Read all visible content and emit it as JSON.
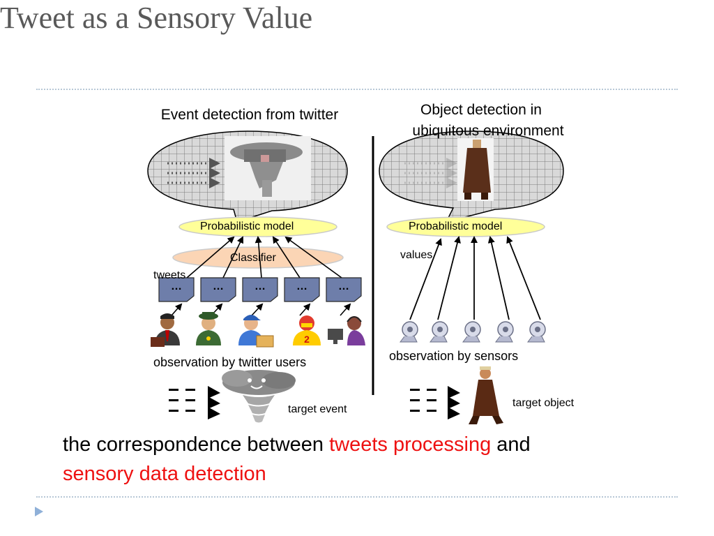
{
  "slide": {
    "title": "Tweet as a Sensory Value"
  },
  "left_panel": {
    "heading": "Event detection from twitter",
    "model_label": "Probabilistic model",
    "classifier_label": "Classifier",
    "tweets_label": "tweets",
    "observers_label": "observation by twitter users",
    "target_label": "target event",
    "tweet_glyph": "…"
  },
  "right_panel": {
    "heading_line1": "Object detection in",
    "heading_line2": "ubiquitous environment",
    "model_label": "Probabilistic model",
    "values_label": "values",
    "observers_label": "observation by sensors",
    "target_label": "target object"
  },
  "caption": {
    "part1": "the correspondence between ",
    "highlight1": "tweets processing",
    "part2": " and",
    "highlight2": "sensory data detection"
  },
  "colors": {
    "title": "#595959",
    "model_fill": "#ffff99",
    "classifier_fill": "#fbd5b5",
    "tweet_box": "#6e7eaa",
    "highlight": "#ee1111",
    "bubble_fill": "#d8d8d8",
    "grid": "#7a7a7a"
  },
  "icons": {
    "observers_left": [
      "businessman-icon",
      "soldier-icon",
      "delivery-man-icon",
      "racer-icon",
      "operator-icon"
    ],
    "sensors_right": [
      "webcam-icon",
      "webcam-icon",
      "webcam-icon",
      "webcam-icon",
      "webcam-icon"
    ],
    "target_left": "tornado-icon",
    "target_right": "person-walking-icon",
    "signal_arrows": "signal-arrows-icon"
  }
}
